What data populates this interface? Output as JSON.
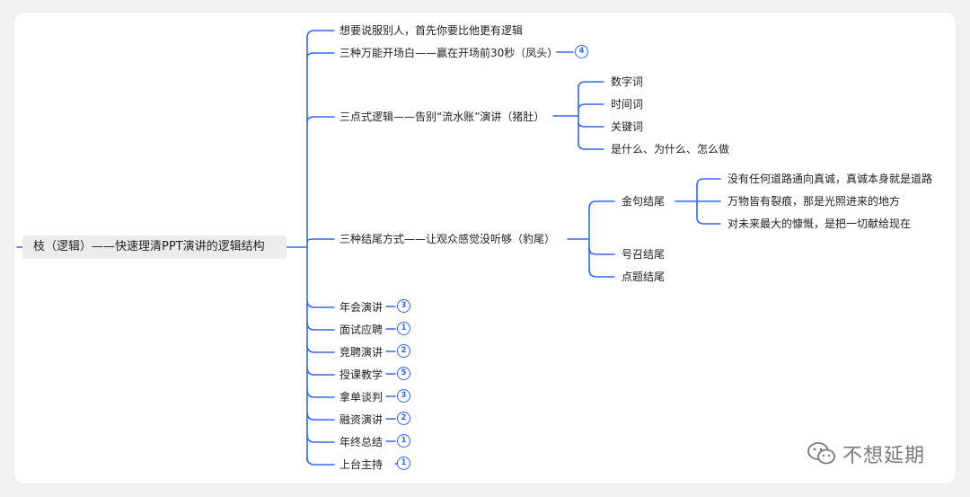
{
  "root": "枝（逻辑）——快速理清PPT演讲的逻辑结构",
  "branches": [
    "想要说服别人，首先你要比他更有逻辑",
    "三种万能开场白——赢在开场前30秒（凤头）",
    "三点式逻辑——告别“流水账”演讲（猪肚）",
    "三种结尾方式——让观众感觉没听够（豹尾）",
    "年会演讲",
    "面试应聘",
    "竞聘演讲",
    "授课教学",
    "拿单谈判",
    "融资演讲",
    "年终总结",
    "上台主持"
  ],
  "badges": [
    "4",
    "3",
    "1",
    "2",
    "5",
    "3",
    "2",
    "1",
    "1"
  ],
  "three_point_children": [
    "数字词",
    "时间词",
    "关键词",
    "是什么、为什么、怎么做"
  ],
  "ending_children": [
    "金句结尾",
    "号召结尾",
    "点题结尾"
  ],
  "quote_children": [
    "没有任何道路通向真诚，真诚本身就是道路",
    "万物皆有裂痕，那是光照进来的地方",
    "对未来最大的慷慨，是把一切献给现在"
  ],
  "watermark": "不想延期",
  "colors": {
    "line": "#3566f0",
    "root_bg": "#ececec"
  }
}
